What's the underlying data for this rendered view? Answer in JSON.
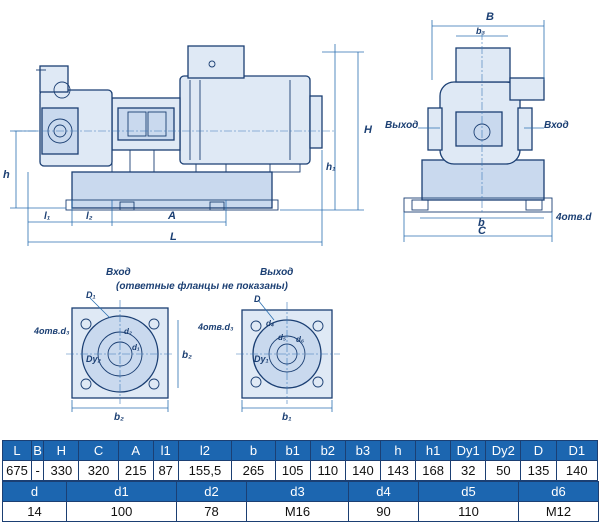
{
  "labels": {
    "B": "B",
    "b3": "b₃",
    "H": "H",
    "h": "h",
    "h1": "h₁",
    "l1": "l₁",
    "l2": "l₂",
    "A": "A",
    "L": "L",
    "b": "b",
    "C": "C",
    "outlet_right": "Выход",
    "inlet_right": "Вход",
    "holes_side": "4отв.d",
    "inlet_title": "Вход",
    "outlet_title": "Выход",
    "flange_note": "(ответные фланцы не показаны)",
    "D1": "D₁",
    "D": "D",
    "holes_d3": "4отв.d₃",
    "Dy2": "Dy₂",
    "Dy1": "Dy₁",
    "d4": "d₄",
    "d5": "d₅",
    "d6": "d₆",
    "d2": "d₂",
    "d1": "d₁",
    "b1": "b₁",
    "b2": "b₂"
  },
  "table1": {
    "headers": [
      "L",
      "B",
      "H",
      "C",
      "A",
      "l1",
      "l2",
      "b",
      "b1",
      "b2",
      "b3",
      "h",
      "h1",
      "Dy1",
      "Dy2",
      "D",
      "D1"
    ],
    "values": [
      "675",
      "-",
      "330",
      "320",
      "215",
      "87",
      "155,5",
      "265",
      "105",
      "110",
      "140",
      "143",
      "168",
      "32",
      "50",
      "135",
      "140"
    ]
  },
  "table2": {
    "headers": [
      "d",
      "d1",
      "d2",
      "d3",
      "d4",
      "d5",
      "d6"
    ],
    "values": [
      "14",
      "100",
      "78",
      "M16",
      "90",
      "110",
      "M12"
    ]
  },
  "colors": {
    "header_bg": "#1c66b0",
    "line": "#1b3f73",
    "fill": "#dfe9f5"
  }
}
